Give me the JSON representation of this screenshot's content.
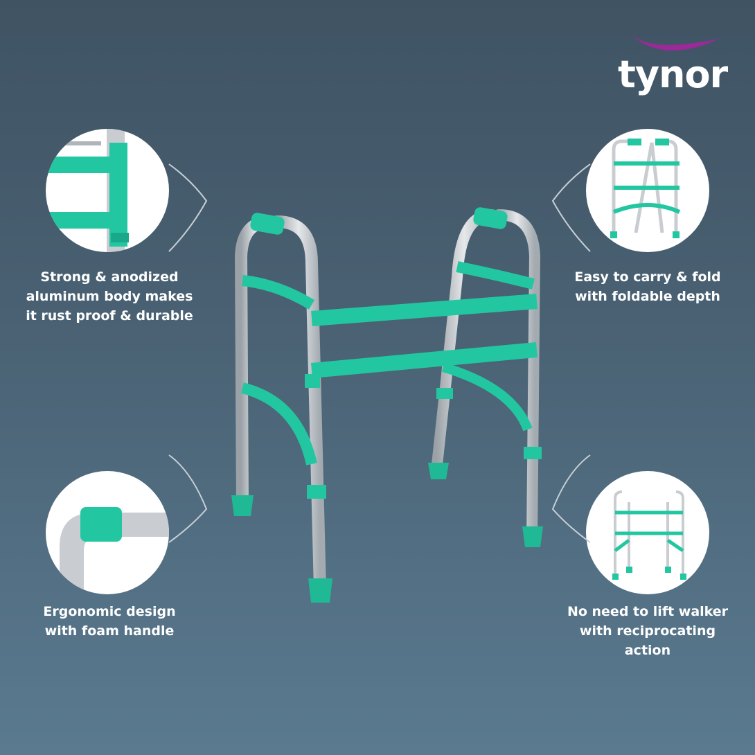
{
  "brand": {
    "name": "tynor",
    "text_color": "#ffffff",
    "swoosh_color": "#9a2a97"
  },
  "colors": {
    "background_top": "#3f5363",
    "background_bottom": "#5a7a90",
    "frame_green": "#22c7a1",
    "frame_silver": "#c9cdd1"
  },
  "features": [
    {
      "id": "anodized-body",
      "position": "top-left",
      "icon": "frame-joint-closeup-icon",
      "caption_lines": [
        "Strong & anodized",
        "aluminum body makes",
        "it rust proof & durable"
      ]
    },
    {
      "id": "foldable",
      "position": "top-right",
      "icon": "folded-walker-icon",
      "caption_lines": [
        "Easy to carry & fold",
        "with foldable depth"
      ]
    },
    {
      "id": "foam-handle",
      "position": "bottom-left",
      "icon": "foam-handle-closeup-icon",
      "caption_lines": [
        "Ergonomic design",
        "with foam handle"
      ]
    },
    {
      "id": "reciprocating",
      "position": "bottom-right",
      "icon": "reciprocating-walker-icon",
      "caption_lines": [
        "No need to lift walker",
        "with reciprocating",
        "action"
      ]
    }
  ],
  "product": {
    "icon": "walker-frame-icon"
  }
}
